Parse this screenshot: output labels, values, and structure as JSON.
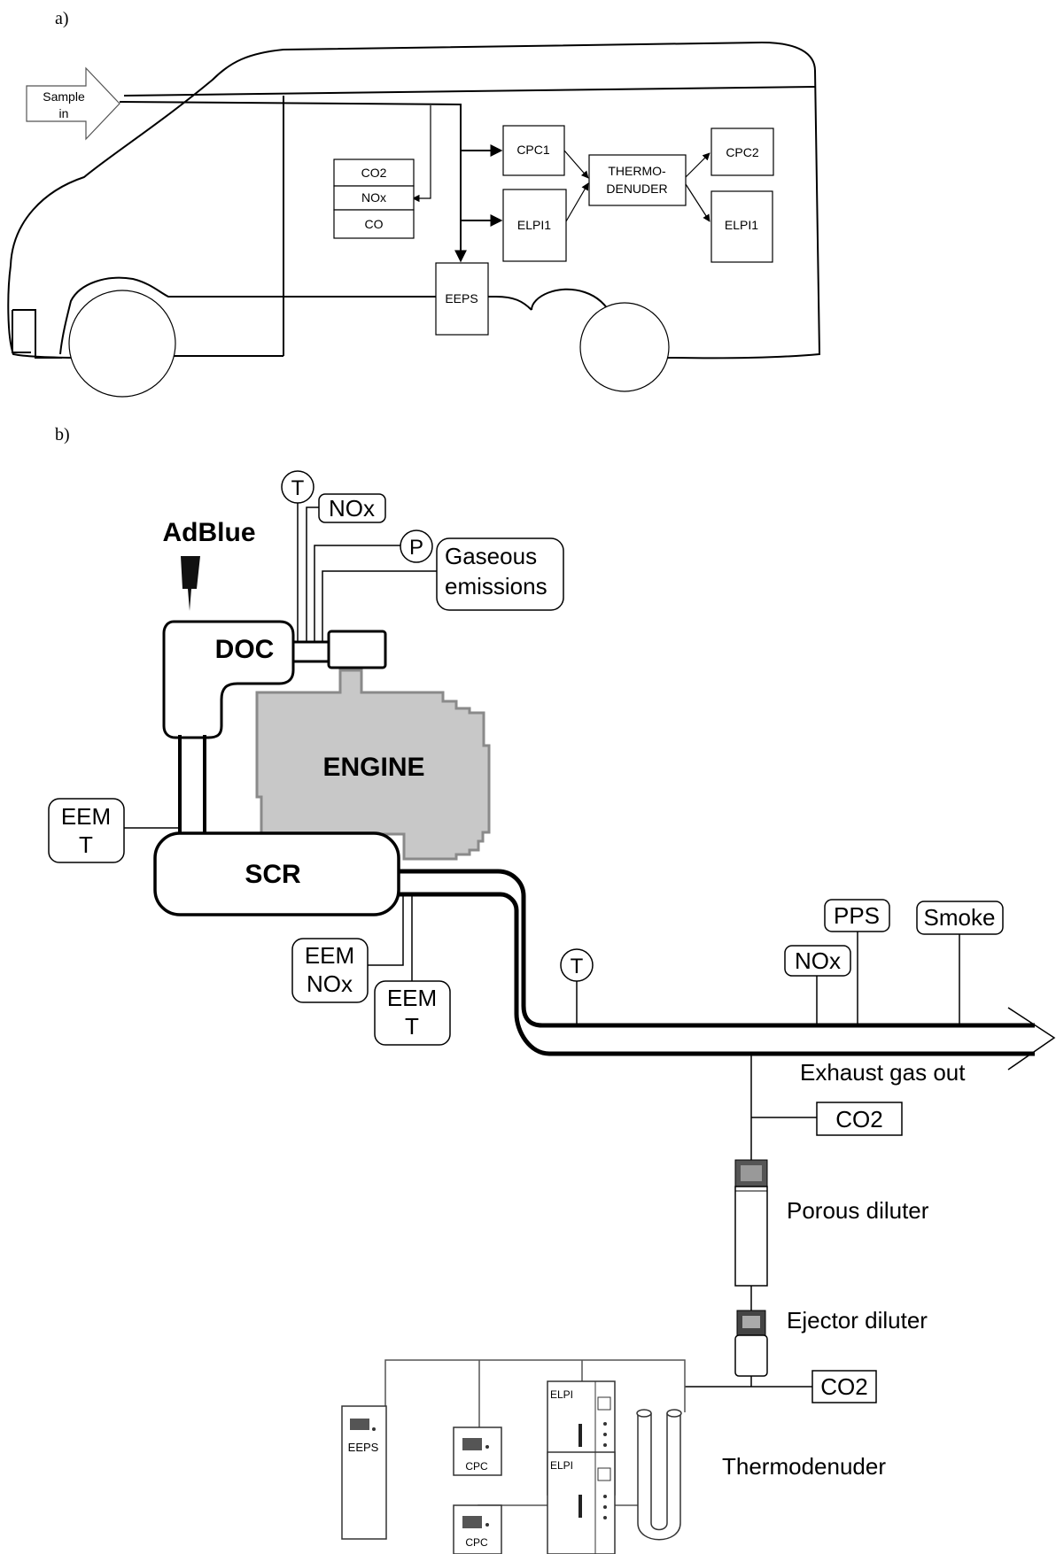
{
  "panel_a": {
    "label": "a)",
    "sample_in": [
      "Sample",
      "in"
    ],
    "gas_analyzers": [
      "CO2",
      "NOx",
      "CO"
    ],
    "eeps": "EEPS",
    "cpc1": "CPC1",
    "elpi_before": "ELPI1",
    "thermodenuder": [
      "THERMO-",
      "DENUDER"
    ],
    "cpc2": "CPC2",
    "elpi_after": "ELPI1"
  },
  "panel_b": {
    "label": "b)",
    "adblue": "AdBlue",
    "doc": "DOC",
    "engine": "ENGINE",
    "scr": "SCR",
    "sensor_t": "T",
    "sensor_nox_top": "NOx",
    "sensor_p": "P",
    "gaseous_emissions": [
      "Gaseous",
      "emissions"
    ],
    "eem_t_left": [
      "EEM",
      "T"
    ],
    "eem_nox": [
      "EEM",
      "NOx"
    ],
    "eem_t_right": [
      "EEM",
      "T"
    ],
    "tailpipe_t": "T",
    "tailpipe_nox": "NOx",
    "pps": "PPS",
    "smoke": "Smoke",
    "exhaust_out": "Exhaust gas out",
    "co2_upper": "CO2",
    "porous_diluter": "Porous diluter",
    "ejector_diluter": "Ejector diluter",
    "co2_lower": "CO2",
    "thermodenuder": "Thermodenuder",
    "inst_eeps": "EEPS",
    "inst_cpc": "CPC",
    "inst_elpi": "ELPI",
    "inst_cpc_2": "CPC",
    "inst_elpi_2": "ELPI"
  },
  "colors": {
    "engine_fill": "#c8c8c8",
    "engine_stroke": "#8a8a8a",
    "line": "#000000"
  }
}
